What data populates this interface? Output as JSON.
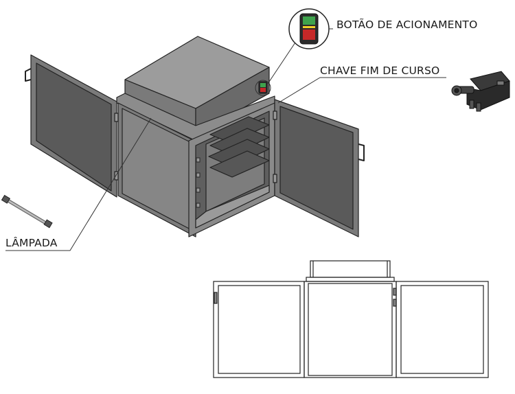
{
  "labels": {
    "botao": "BOTÃO DE ACIONAMENTO",
    "chave": "CHAVE FIM DE CURSO",
    "lampada": "LÂMPADA"
  },
  "colors": {
    "button_green": "#3fa34d",
    "button_red": "#c62828",
    "button_yellow": "#f2d027",
    "steel_dark": "#6e6e6e",
    "steel_mid": "#8a8a8a",
    "steel_light": "#a8a8a8"
  }
}
